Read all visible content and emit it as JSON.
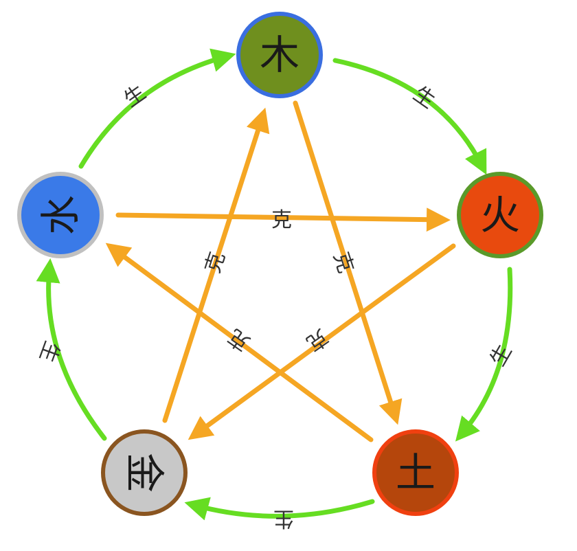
{
  "colors": {
    "generate_arrow": "#66dd22",
    "overcome_arrow": "#f5a623",
    "wood_fill": "#6f8f1e",
    "wood_ring": "#3a6ee0",
    "fire_fill": "#e84a0e",
    "fire_ring": "#5a9a2a",
    "earth_fill": "#b5460c",
    "earth_ring": "#f04010",
    "metal_fill": "#c8c8c8",
    "metal_ring": "#8a5520",
    "water_fill": "#3a7ae8",
    "water_ring": "#c0c0c0"
  },
  "elements": {
    "wood": {
      "glyph": "木"
    },
    "fire": {
      "glyph": "火"
    },
    "earth": {
      "glyph": "土"
    },
    "metal": {
      "glyph": "金"
    },
    "water": {
      "glyph": "水"
    }
  },
  "labels": {
    "generate": [
      "生",
      "生",
      "生",
      "生",
      "生"
    ],
    "overcome": [
      "克",
      "克",
      "克",
      "克",
      "克"
    ]
  }
}
